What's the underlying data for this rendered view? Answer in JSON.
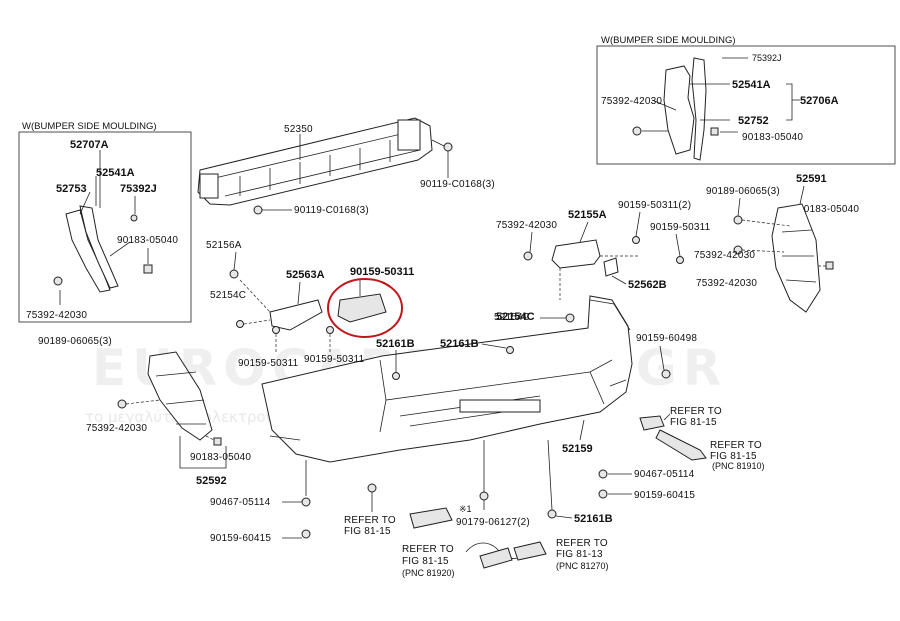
{
  "watermark": {
    "brand": "EUROCARPARTS.GR",
    "tagline": "το μεγαλύτερο ηλεκτρονικό κατάστημα ανταλλακτικών"
  },
  "inset_right": {
    "title": "W(BUMPER SIDE MOULDING)",
    "labels": [
      "75392J",
      "52541A",
      "52706A",
      "75392-42030",
      "52752",
      "90183-05040"
    ]
  },
  "inset_left": {
    "title": "W(BUMPER SIDE MOULDING)",
    "labels": [
      "52707A",
      "52541A",
      "52753",
      "75392J",
      "90183-05040",
      "75392-42030"
    ]
  },
  "labels": [
    "52350",
    "90119-C0168(3)",
    "90119-C0168(3)",
    "75392-42030",
    "52155A",
    "90159-50311(2)",
    "90159-50311",
    "90189-06065(3)",
    "52591",
    "90183-05040",
    "75392-42030",
    "52562B",
    "75392-42030",
    "52156A",
    "52563A",
    "90159-50311",
    "52154C",
    "52161B",
    "52161B",
    "90189-06065(3)",
    "90159-60498",
    "90159-50311",
    "90159-50311",
    "75392-42030",
    "90183-05040",
    "52592",
    "REFER TO",
    "FIG 81-15",
    "REFER TO",
    "FIG 81-15",
    "(PNC 81910)",
    "52159",
    "90467-05114",
    "90159-60415",
    "90467-05114",
    "90159-60415",
    "REFER TO",
    "FIG 81-15",
    "※1",
    "90179-06127(2)",
    "52161B",
    "REFER TO",
    "FIG 81-15",
    "(PNC 81920)",
    "REFER TO",
    "FIG 81-13",
    "(PNC 81270)"
  ],
  "highlight_color": "#c0161b"
}
